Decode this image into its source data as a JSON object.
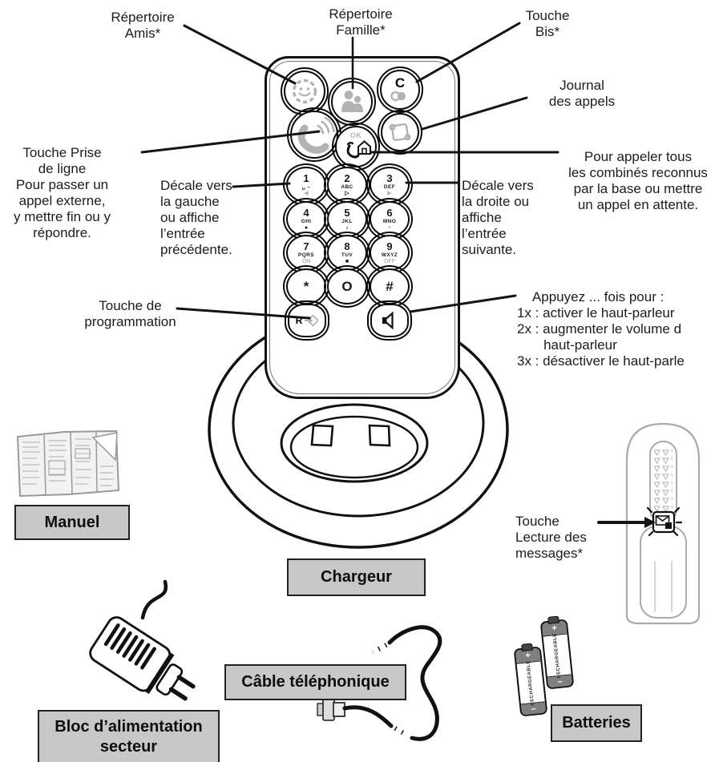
{
  "callouts": {
    "repertoire_amis": "Répertoire\nAmis*",
    "repertoire_famille": "Répertoire\nFamille*",
    "touche_bis": "Touche\nBis*",
    "journal_appels": "Journal\ndes appels",
    "prise_ligne": "Touche Prise\nde ligne\nPour passer un\nappel externe,\ny mettre fin ou y\nrépondre.",
    "decale_gauche": "Décale vers\nla gauche\nou affiche\nl’entrée\nprécédente.",
    "decale_droite": "Décale vers\nla droite ou\naffiche\nl’entrée\nsuivante.",
    "pour_appeler": "Pour appeler tous\nles combinés reconnus\npar la base ou mettre\nun appel en attente.",
    "programmation": "Touche de\nprogrammation",
    "appuyez": "    Appuyez ... fois pour :\n1x : activer le haut-parleur\n2x : augmenter le volume d\n       haut-parleur\n3x : désactiver le haut-parle",
    "lecture_messages": "Touche\nLecture des\nmessages*"
  },
  "boxes": {
    "manuel": "Manuel",
    "chargeur": "Chargeur",
    "cable": "Câble téléphonique",
    "bloc_alimentation": "Bloc d’alimentation\nsecteur",
    "batteries": "Batteries"
  },
  "handset": {
    "buttons": {
      "c": "C",
      "ok": "OK",
      "r": "R"
    },
    "keys": [
      {
        "digit": "1",
        "letters": "␣ –",
        "mark": "◀"
      },
      {
        "digit": "2",
        "letters": "ABC",
        "mark": "▷"
      },
      {
        "digit": "3",
        "letters": "DEF",
        "mark": "▶"
      },
      {
        "digit": "4",
        "letters": "GHI",
        "mark": "●"
      },
      {
        "digit": "5",
        "letters": "JKL",
        "mark": "♪"
      },
      {
        "digit": "6",
        "letters": "MNO",
        "mark": "×"
      },
      {
        "digit": "7",
        "letters": "PQRS",
        "mark": "ON"
      },
      {
        "digit": "8",
        "letters": "TUV",
        "mark": "■"
      },
      {
        "digit": "9",
        "letters": "WXYZ",
        "mark": "OFF"
      },
      {
        "digit": "*",
        "letters": "",
        "mark": ""
      },
      {
        "digit": "O",
        "letters": "",
        "mark": ""
      },
      {
        "digit": "#",
        "letters": "",
        "mark": ""
      }
    ]
  },
  "battery": {
    "label": "RECHARGEABLE",
    "plus": "+",
    "minus": "–"
  },
  "icons": {
    "friends_directory": "smiley-flower",
    "family_directory": "two-people",
    "redial": "C-with-circles",
    "line_key": "handset-waves",
    "intercom_ok": "handset-house",
    "call_log": "scroll",
    "programming": "R-arrow-diamond",
    "speaker": "loudspeaker",
    "message_playback": "envelope-button"
  },
  "colors": {
    "line": "#141414",
    "box_bg": "#c8c8c8",
    "icon_gray": "#b3b3b3"
  }
}
